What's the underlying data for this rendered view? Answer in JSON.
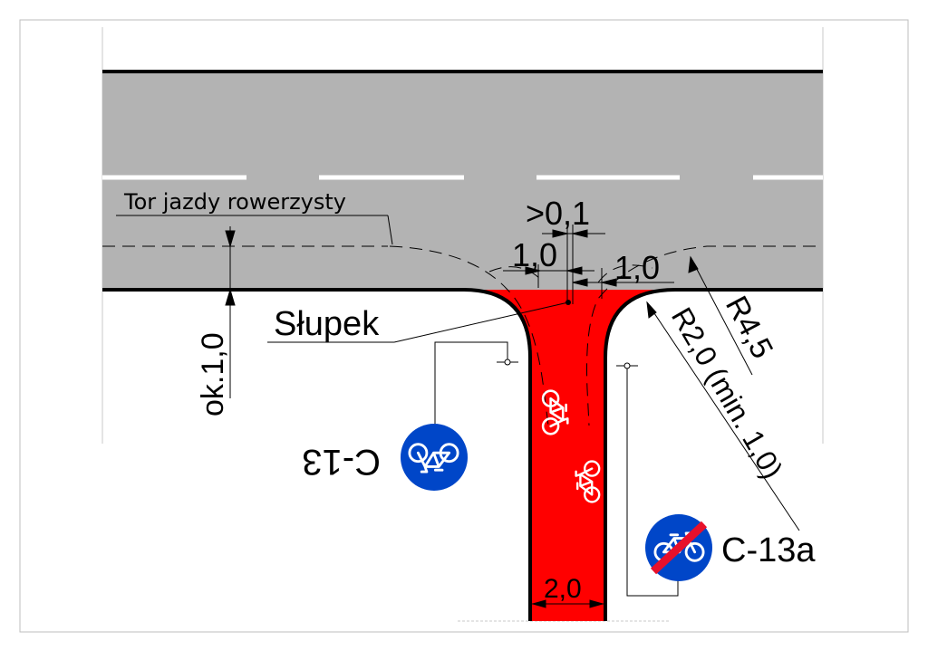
{
  "labels": {
    "bike_track_line": "Tor jazdy rowerzysty",
    "gap_min": ">0,1",
    "offset_left": "1,0",
    "offset_right": "1,0",
    "post": "Słupek",
    "edge_offset": "ok.1,0",
    "radius_large": "R4,5",
    "radius_small": "R2,0 (min. 1,0)",
    "path_width": "2,0",
    "sign_start": "C-13",
    "sign_end": "C-13a"
  },
  "colors": {
    "road": "#b3b3b3",
    "bike_path": "#ff0000",
    "sign_blue": "#0046c8",
    "sign_slash": "#e8102a",
    "outline": "#000000"
  },
  "icons": {
    "sign_start": "bicycle-icon",
    "sign_end": "bicycle-crossed-icon",
    "pavement_marking": "bicycle-icon"
  }
}
